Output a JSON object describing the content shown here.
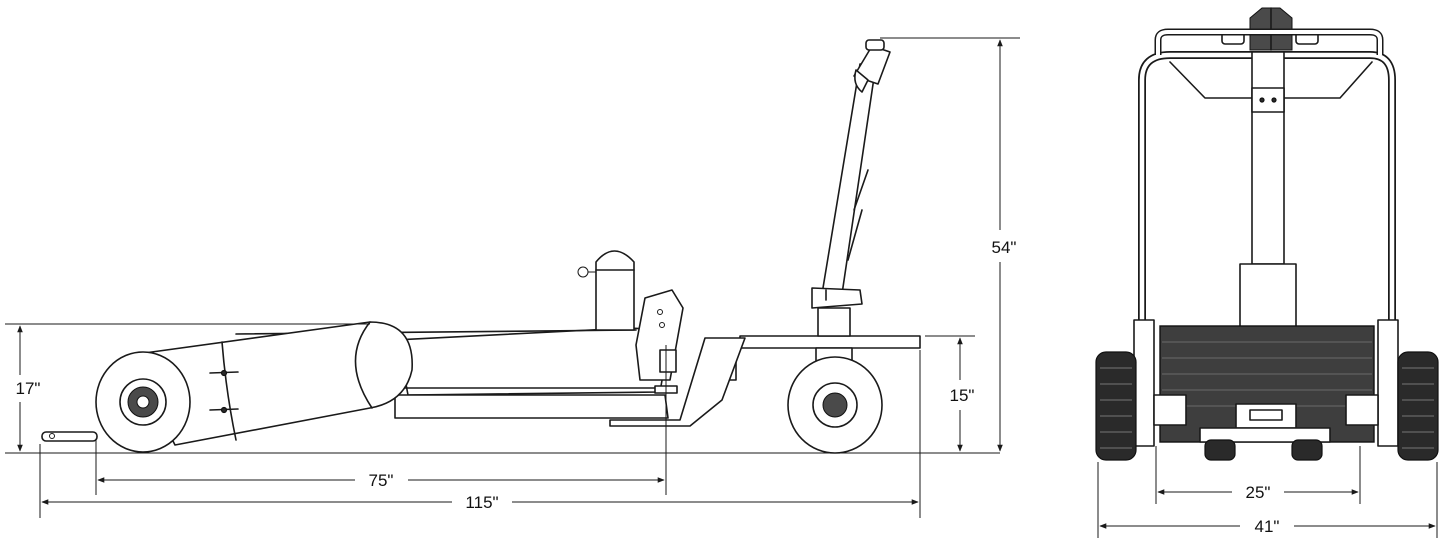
{
  "side_view": {
    "dimensions": {
      "height_overall": "54\"",
      "platform_height": "15\"",
      "roller_height": "17\"",
      "wheelbase": "75\"",
      "overall_length": "115\""
    }
  },
  "front_view": {
    "dimensions": {
      "inner_track": "25\"",
      "overall_width": "41\""
    }
  },
  "colors": {
    "line": "#1a1a1a",
    "tire": "#2a2a2a",
    "background": "#ffffff"
  }
}
